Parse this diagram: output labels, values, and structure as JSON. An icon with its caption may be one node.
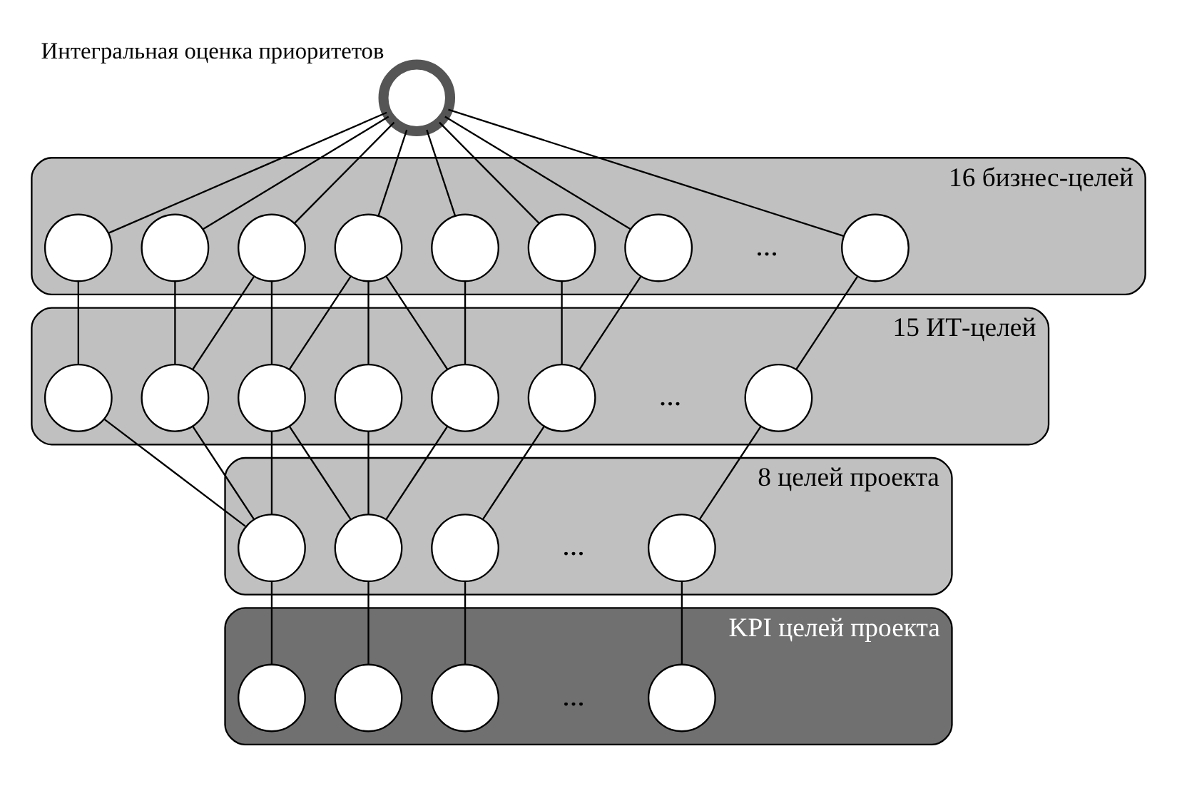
{
  "diagram": {
    "nodes": [
      {
        "text": [],
        "shape": "circle",
        "beside": [
          "Интегральная оценка приоритетов"
        ]
      },
      {
        "text": [
          "16 бизнес-целей"
        ]
      },
      {
        "text": [],
        "shape": "circle",
        "in": 1
      },
      {
        "text": [],
        "shape": "circle",
        "in": 1
      },
      {
        "text": [],
        "shape": "circle",
        "in": 1
      },
      {
        "text": [],
        "shape": "circle",
        "in": 1
      },
      {
        "text": [],
        "shape": "circle",
        "in": 1
      },
      {
        "text": [],
        "shape": "circle",
        "in": 1
      },
      {
        "text": [],
        "shape": "circle",
        "in": 1
      },
      {
        "text": [],
        "shape": "circle",
        "in": 1
      },
      {
        "text": [
          "15 ИТ-целей"
        ]
      },
      {
        "text": [],
        "shape": "circle",
        "in": 10
      },
      {
        "text": [],
        "shape": "circle",
        "in": 10
      },
      {
        "text": [],
        "shape": "circle",
        "in": 10
      },
      {
        "text": [],
        "shape": "circle",
        "in": 10
      },
      {
        "text": [],
        "shape": "circle",
        "in": 10
      },
      {
        "text": [],
        "shape": "circle",
        "in": 10
      },
      {
        "text": [],
        "shape": "circle",
        "in": 10
      },
      {
        "text": [
          "8 целей проекта"
        ]
      },
      {
        "text": [],
        "shape": "circle",
        "in": 18
      },
      {
        "text": [],
        "shape": "circle",
        "in": 18
      },
      {
        "text": [],
        "shape": "circle",
        "in": 18
      },
      {
        "text": [],
        "shape": "circle",
        "in": 18
      },
      {
        "text": [
          "KPI целей проекта"
        ]
      },
      {
        "text": [],
        "shape": "circle",
        "in": 23
      },
      {
        "text": [],
        "shape": "circle",
        "in": 23
      },
      {
        "text": [],
        "shape": "circle",
        "in": 23
      },
      {
        "text": [],
        "shape": "circle",
        "in": 23
      }
    ],
    "edges": [
      {
        "from": 0,
        "to": 2,
        "arrow": "none"
      },
      {
        "from": 0,
        "to": 3,
        "arrow": "none"
      },
      {
        "from": 0,
        "to": 4,
        "arrow": "none"
      },
      {
        "from": 0,
        "to": 5,
        "arrow": "none"
      },
      {
        "from": 0,
        "to": 6,
        "arrow": "none"
      },
      {
        "from": 0,
        "to": 7,
        "arrow": "none"
      },
      {
        "from": 0,
        "to": 8,
        "arrow": "none"
      },
      {
        "from": 0,
        "to": 9,
        "arrow": "none"
      },
      {
        "from": 2,
        "to": 11,
        "arrow": "none"
      },
      {
        "from": 3,
        "to": 12,
        "arrow": "none"
      },
      {
        "from": 4,
        "to": 12,
        "arrow": "none"
      },
      {
        "from": 4,
        "to": 13,
        "arrow": "none"
      },
      {
        "from": 5,
        "to": 13,
        "arrow": "none"
      },
      {
        "from": 5,
        "to": 14,
        "arrow": "none"
      },
      {
        "from": 5,
        "to": 15,
        "arrow": "none"
      },
      {
        "from": 6,
        "to": 15,
        "arrow": "none"
      },
      {
        "from": 7,
        "to": 16,
        "arrow": "none"
      },
      {
        "from": 8,
        "to": 16,
        "arrow": "none"
      },
      {
        "from": 9,
        "to": 17,
        "arrow": "none"
      },
      {
        "from": 11,
        "to": 19,
        "arrow": "none"
      },
      {
        "from": 12,
        "to": 19,
        "arrow": "none"
      },
      {
        "from": 13,
        "to": 19,
        "arrow": "none"
      },
      {
        "from": 13,
        "to": 20,
        "arrow": "none"
      },
      {
        "from": 14,
        "to": 20,
        "arrow": "none"
      },
      {
        "from": 15,
        "to": 20,
        "arrow": "none"
      },
      {
        "from": 16,
        "to": 21,
        "arrow": "none"
      },
      {
        "from": 17,
        "to": 22,
        "arrow": "none"
      },
      {
        "from": 19,
        "to": 24,
        "arrow": "none"
      },
      {
        "from": 20,
        "to": 25,
        "arrow": "none"
      },
      {
        "from": 21,
        "to": 26,
        "arrow": "none"
      },
      {
        "from": 22,
        "to": 27,
        "arrow": "none"
      }
    ],
    "labels": [
      "...",
      "...",
      "...",
      "..."
    ]
  }
}
